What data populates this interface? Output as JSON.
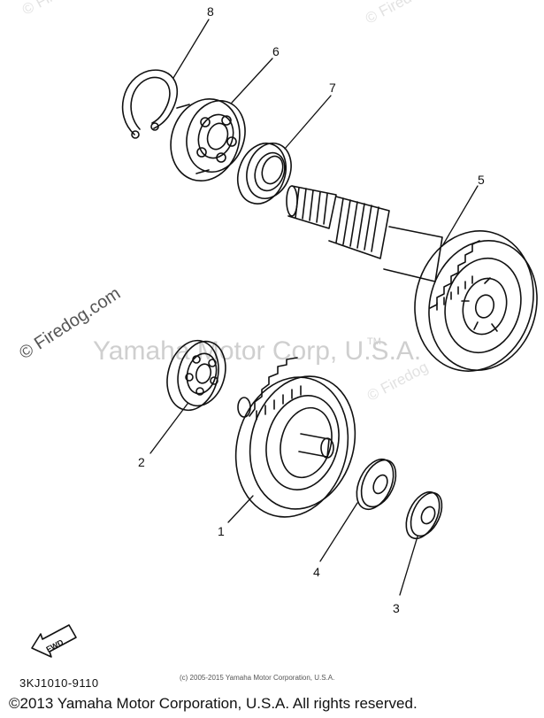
{
  "watermarks": {
    "center": "Yamaha Motor Corp, U.S.A.",
    "trademark": "TM",
    "site": "© Firedog.com",
    "corner": "© Firedog"
  },
  "callouts": {
    "p1": "1",
    "p2": "2",
    "p3": "3",
    "p4": "4",
    "p5": "5",
    "p6": "6",
    "p7": "7",
    "p8": "8"
  },
  "fwd_label": "FWD",
  "part_code": "3KJ1010-9110",
  "small_copyright": "(c) 2005-2015 Yamaha Motor Corporation, U.S.A.",
  "footer_copyright": "©2013 Yamaha Motor Corporation, U.S.A. All rights reserved."
}
